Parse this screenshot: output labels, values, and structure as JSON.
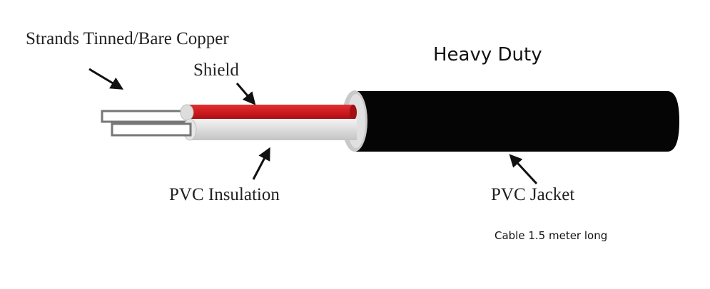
{
  "title": "Heavy Duty",
  "labels": {
    "strands": "Strands Tinned/Bare Copper",
    "shield": "Shield",
    "insulation": "PVC Insulation",
    "jacket": "PVC Jacket"
  },
  "note": "Cable 1.5 meter long",
  "colors": {
    "jacket": "#050505",
    "shield": "#c8161c",
    "insulation": "#d9d9d9"
  }
}
